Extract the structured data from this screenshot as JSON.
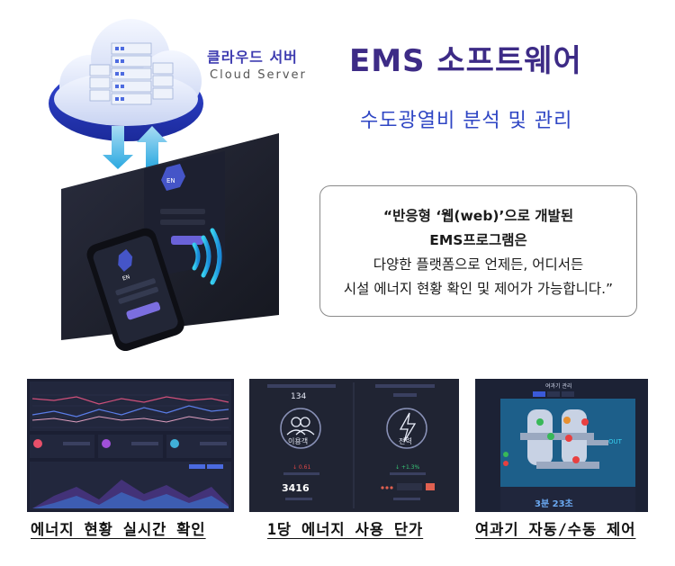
{
  "hero": {
    "cloud_label_ko": "클라우드 서버",
    "cloud_label_en": "Cloud Server",
    "title": "EMS 소프트웨어",
    "subtitle": "수도광열비 분석 및 관리"
  },
  "quote": {
    "lines": [
      "“반응형 ‘웹(web)’으로 개발된",
      "EMS프로그램은",
      "다양한 플랫폼으로 언제든, 어디서든",
      "시설 에너지 현황 확인 및 제어가 가능합니다.”"
    ]
  },
  "screens": {
    "laptop_logo": "EN",
    "phone_logo": "EN"
  },
  "thumb2": {
    "left_top_value": "134",
    "left_icon_label": "이용객",
    "left_change": "↓ 0.61",
    "left_big_value": "3416",
    "right_icon_label": "전력",
    "right_change": "↓ +1.3%"
  },
  "thumb3": {
    "header": "여과기 관리",
    "out_label": "OUT",
    "bottom_text": "3분 23초"
  },
  "captions": [
    "에너지 현황 실시간 확인",
    "1당 에너지 사용 단가",
    "여과기 자동/수동 제어"
  ],
  "colors": {
    "title": "#3d2b86",
    "subtitle": "#2f46c4",
    "cloud_label": "#3d3bb0",
    "accent_cyan": "#22b8e8"
  }
}
